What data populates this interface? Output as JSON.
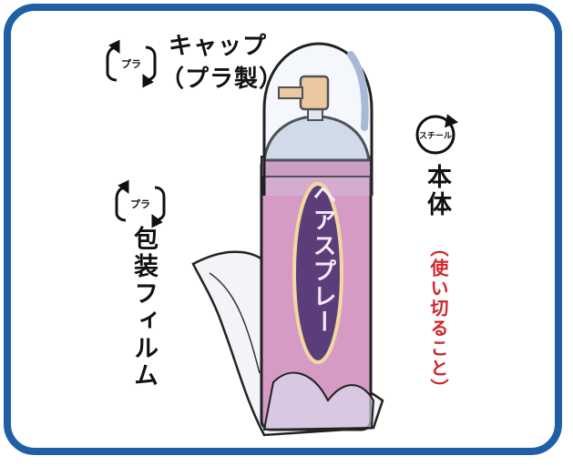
{
  "cap_label_line1": "キャップ",
  "cap_label_line2": "（プラ製）",
  "film_label": "包装フィルム",
  "body_label": "本体",
  "body_note": "（使い切ること）",
  "can_label": "ヘアスプレー",
  "mark_pla": "プラ",
  "mark_steel": "スチール",
  "colors": {
    "frame": "#1f5fa6",
    "can": "#d59bc4",
    "note": "#d0262b"
  }
}
